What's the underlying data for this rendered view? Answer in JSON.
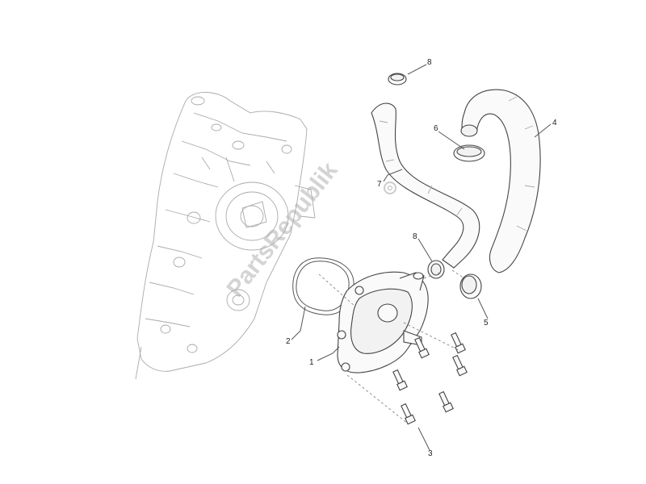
{
  "diagram": {
    "watermark": "PartsRepublik",
    "callouts": [
      {
        "id": "1",
        "label": "1"
      },
      {
        "id": "2",
        "label": "2"
      },
      {
        "id": "3",
        "label": "3"
      },
      {
        "id": "4",
        "label": "4"
      },
      {
        "id": "5",
        "label": "5"
      },
      {
        "id": "6",
        "label": "6"
      },
      {
        "id": "7",
        "label": "7"
      },
      {
        "id": "8a",
        "label": "8"
      },
      {
        "id": "8b",
        "label": "8"
      }
    ]
  }
}
